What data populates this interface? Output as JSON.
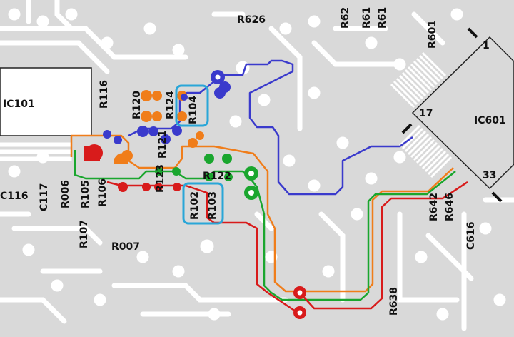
{
  "labels": {
    "ic101": "IC101",
    "ic601": "IC601",
    "r626": "R626",
    "r62": "R62",
    "r61a": "R61",
    "r61b": "R61",
    "r601": "R601",
    "r116": "R116",
    "r120": "R120",
    "r124": "R124",
    "r104": "R104",
    "r121": "R121",
    "r123": "R123",
    "r122": "R122",
    "r102": "R102",
    "r103": "R103",
    "c116": "C116",
    "c117": "C117",
    "r006": "R006",
    "r105": "R105",
    "r106": "R106",
    "r107": "R107",
    "r007": "R007",
    "r642": "R642",
    "r646": "R646",
    "c616": "C616",
    "r638": "R638"
  },
  "pins": {
    "p1": "1",
    "p17": "17",
    "p33": "33"
  },
  "colors": {
    "board": "#d9d9d9",
    "copper": "#ffffff",
    "orange": "#f07d1a",
    "blue": "#3a3acc",
    "green": "#1aa62e",
    "red": "#d81b1b",
    "highlight": "#2aa6d8"
  }
}
